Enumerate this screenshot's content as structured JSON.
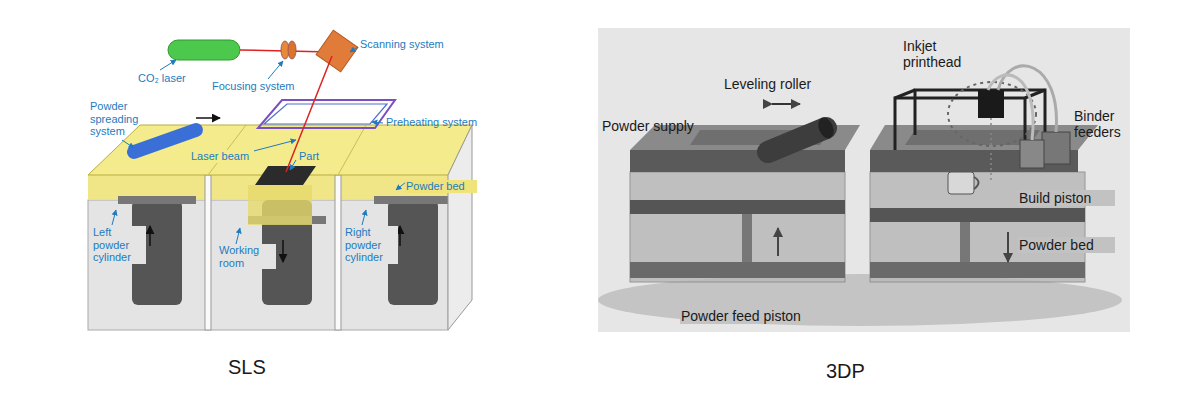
{
  "diagram": {
    "labels": [
      "CO₂ laser",
      "Focusing system",
      "Scanning system",
      "Powder spreading system",
      "Preheating system",
      "Laser beam",
      "Part",
      "Powder bed",
      "Left powder cylinder",
      "Working room",
      "Right powder cylinder",
      "SLS",
      "Inkjet printhead",
      "Leveling roller",
      "Powder supply",
      "Binder feeders",
      "Build piston",
      "Powder bed",
      "Powder feed piston",
      "3DP"
    ]
  }
}
